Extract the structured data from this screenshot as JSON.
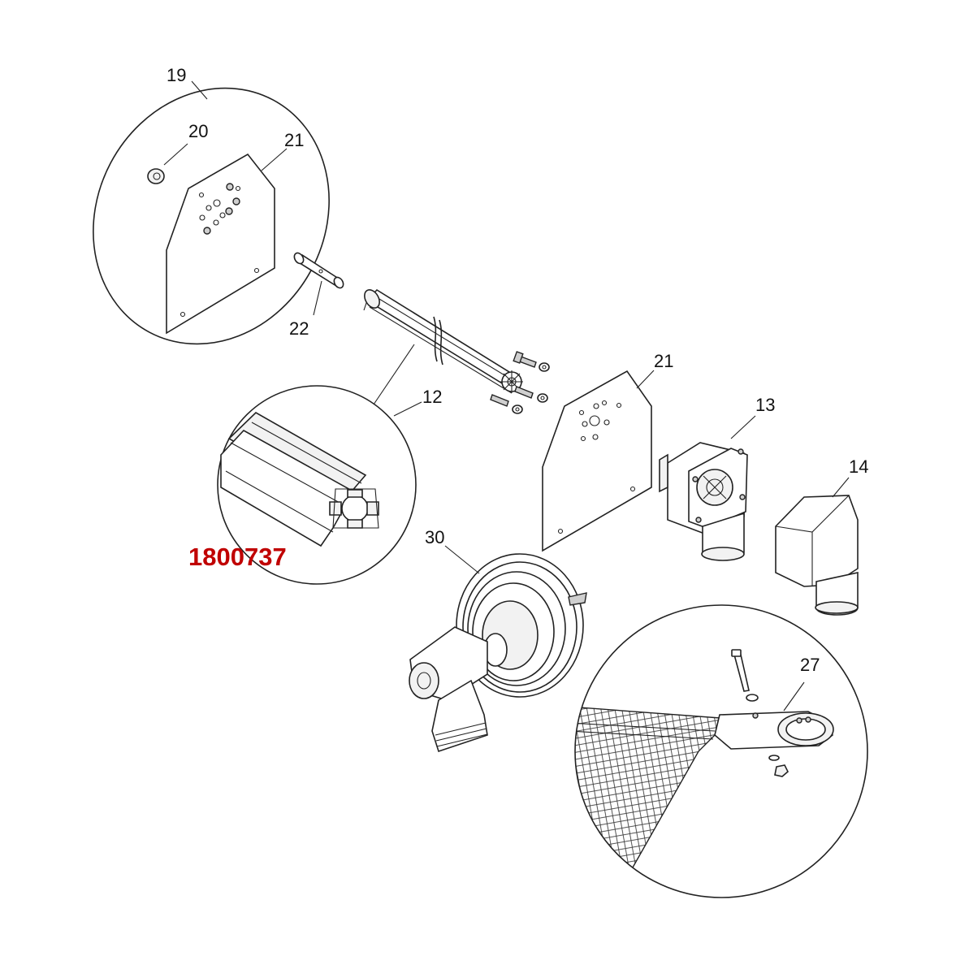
{
  "colors": {
    "line": "#222222",
    "part_number": "#c00000",
    "background": "#ffffff"
  },
  "callouts": {
    "c19": "19",
    "c20": "20",
    "c21_detail": "21",
    "c22": "22",
    "c12": "12",
    "c21": "21",
    "c13": "13",
    "c14": "14",
    "c30": "30",
    "c27": "27"
  },
  "part_number": "1800737"
}
